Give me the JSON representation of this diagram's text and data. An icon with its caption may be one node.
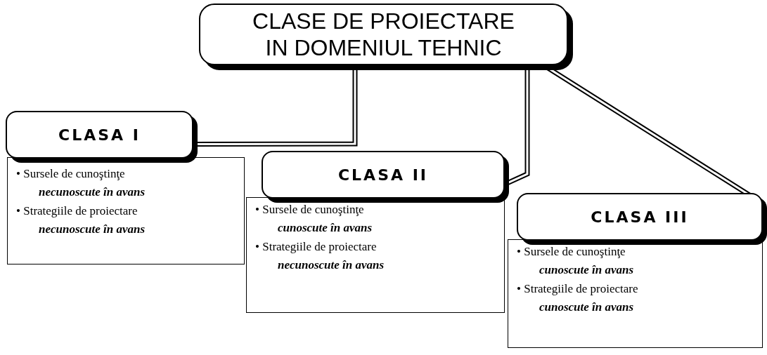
{
  "diagram": {
    "nodes": [
      {
        "text": [
          "CLASE DE PROIECTARE IN DOMENIUL TEHNIC"
        ]
      },
      {
        "text": [
          "CLASA I"
        ]
      },
      {
        "text": [
          "• Sursele de cunoştinţe *necunoscute în avans*",
          "• Strategiile de proiectare *necunoscute în avans*"
        ]
      },
      {
        "text": [
          "CLASA II"
        ]
      },
      {
        "text": [
          "• Sursele de cunoştinţe *cunoscute în avans*",
          "• Strategiile de proiectare *necunoscute în avans*"
        ]
      },
      {
        "text": [
          "CLASA III"
        ]
      },
      {
        "text": [
          "• Sursele de cunoştinţe *cunoscute în avans*",
          "• Strategiile de proiectare *cunoscute în avans*"
        ]
      }
    ],
    "edges": [
      {
        "from": 0,
        "to": 1,
        "arrow": "none"
      },
      {
        "from": 0,
        "to": 3,
        "arrow": "none"
      },
      {
        "from": 0,
        "to": 5,
        "arrow": "none"
      }
    ]
  }
}
